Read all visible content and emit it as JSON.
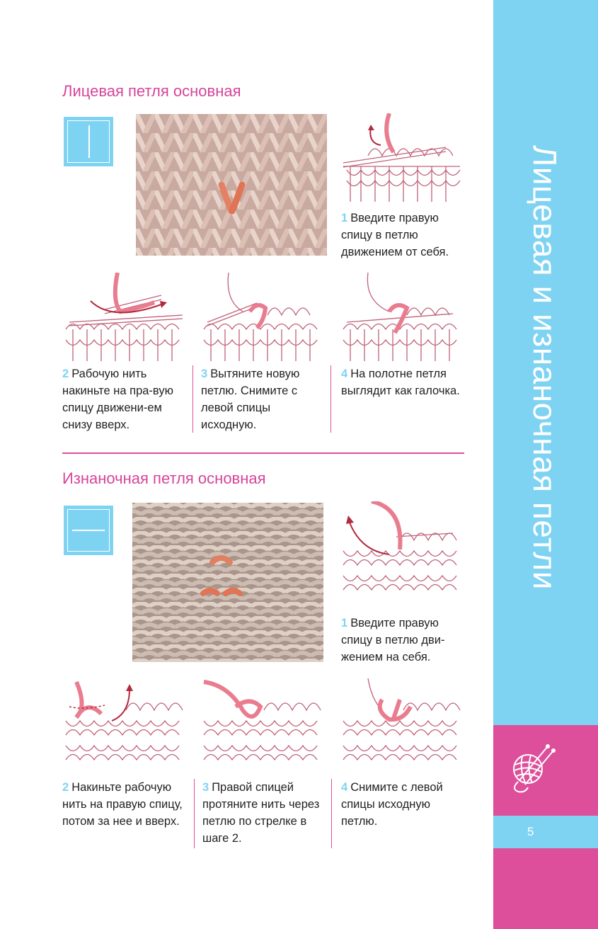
{
  "sidebar": {
    "title": "Лицевая и изнаночная петли",
    "page_number": "5",
    "logo": "yarn-ball-logo"
  },
  "knit": {
    "title": "Лицевая петля основная",
    "symbol": "vertical-line-symbol",
    "photo": "knit-stitch-photo",
    "steps": [
      {
        "num": "1",
        "text": "Введите правую спицу в петлю движением от себя."
      },
      {
        "num": "2",
        "text": "Рабочую нить накиньте на пра-вую спицу движени-ем снизу вверх."
      },
      {
        "num": "3",
        "text": "Вытяните новую петлю. Снимите с левой спицы исходную."
      },
      {
        "num": "4",
        "text": "На полотне петля выглядит как галочка."
      }
    ]
  },
  "purl": {
    "title": "Изнаночная петля основная",
    "symbol": "horizontal-line-symbol",
    "photo": "purl-stitch-photo",
    "steps": [
      {
        "num": "1",
        "text": "Введите правую спицу в петлю дви-жением на себя."
      },
      {
        "num": "2",
        "text": "Накиньте рабочую нить на правую спицу, потом за нее и вверх."
      },
      {
        "num": "3",
        "text": "Правой спицей протяните нить через петлю по стрелке в шаге 2."
      },
      {
        "num": "4",
        "text": "Снимите с левой спицы исходную петлю."
      }
    ]
  },
  "colors": {
    "accent_pink": "#dd4f9b",
    "accent_blue": "#7fd3f2",
    "yarn_pink": "#e97c8f",
    "diagram_line": "#c0627a",
    "arrow": "#b22a3d"
  }
}
